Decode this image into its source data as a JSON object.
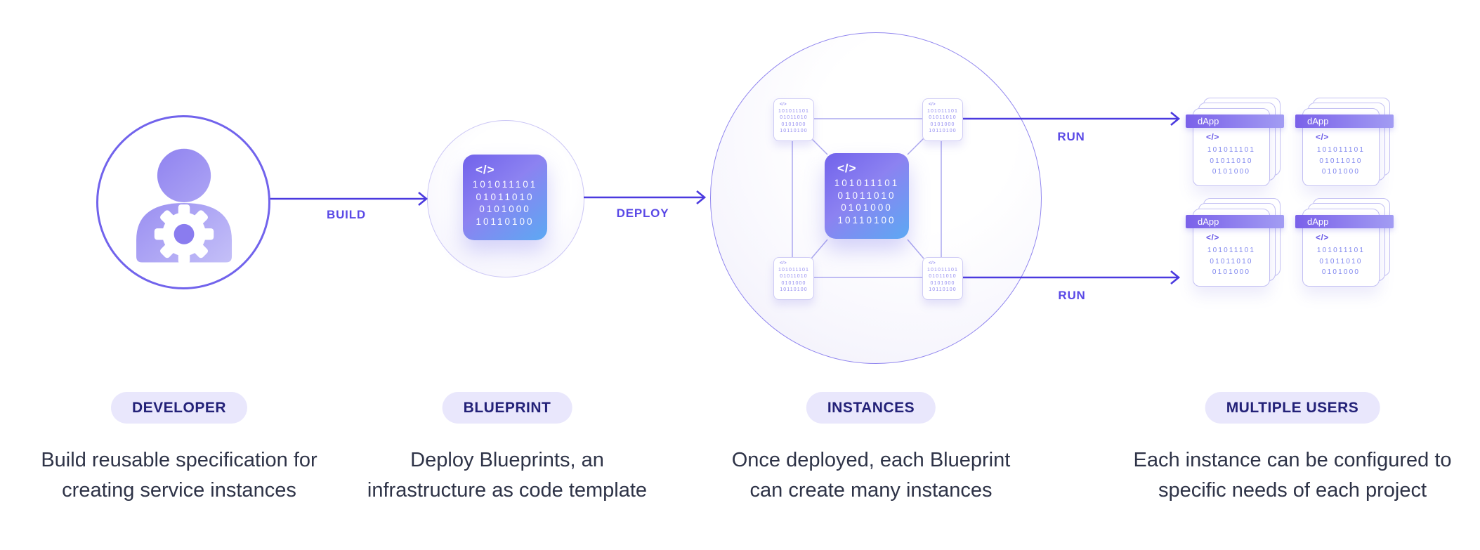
{
  "colors": {
    "arrow": "#4B3ADF",
    "flow_label_text": "#5A49E6",
    "pill_background": "#E9E7FC",
    "pill_text": "#232178",
    "description_text": "#2E3347",
    "square_gradient_from": "#7162EB",
    "square_gradient_to": "#5CA9F3",
    "dapp_header_from": "#7A61E9",
    "dapp_header_to": "#A29CF3",
    "connector_line": "#ACA8EF",
    "developer_circle_border": "#7163EC"
  },
  "flow": {
    "build": "BUILD",
    "deploy": "DEPLOY",
    "run_top": "RUN",
    "run_bottom": "RUN"
  },
  "code_icon": "</>",
  "dapp_title": "dApp",
  "binary_rows_full": [
    "101011101",
    "01011010",
    "0101000",
    "10110100"
  ],
  "binary_rows_short": [
    "101011101",
    "01011010",
    "0101000"
  ],
  "sections": [
    {
      "label": "DEVELOPER",
      "desc_line1": "Build reusable specification for",
      "desc_line2": "creating service instances"
    },
    {
      "label": "BLUEPRINT",
      "desc_line1": "Deploy Blueprints, an",
      "desc_line2": "infrastructure as code template"
    },
    {
      "label": "INSTANCES",
      "desc_line1": "Once deployed, each Blueprint",
      "desc_line2": "can create many instances"
    },
    {
      "label": "MULTIPLE USERS",
      "desc_line1": "Each instance can be configured to",
      "desc_line2": "specific needs of each project"
    }
  ]
}
